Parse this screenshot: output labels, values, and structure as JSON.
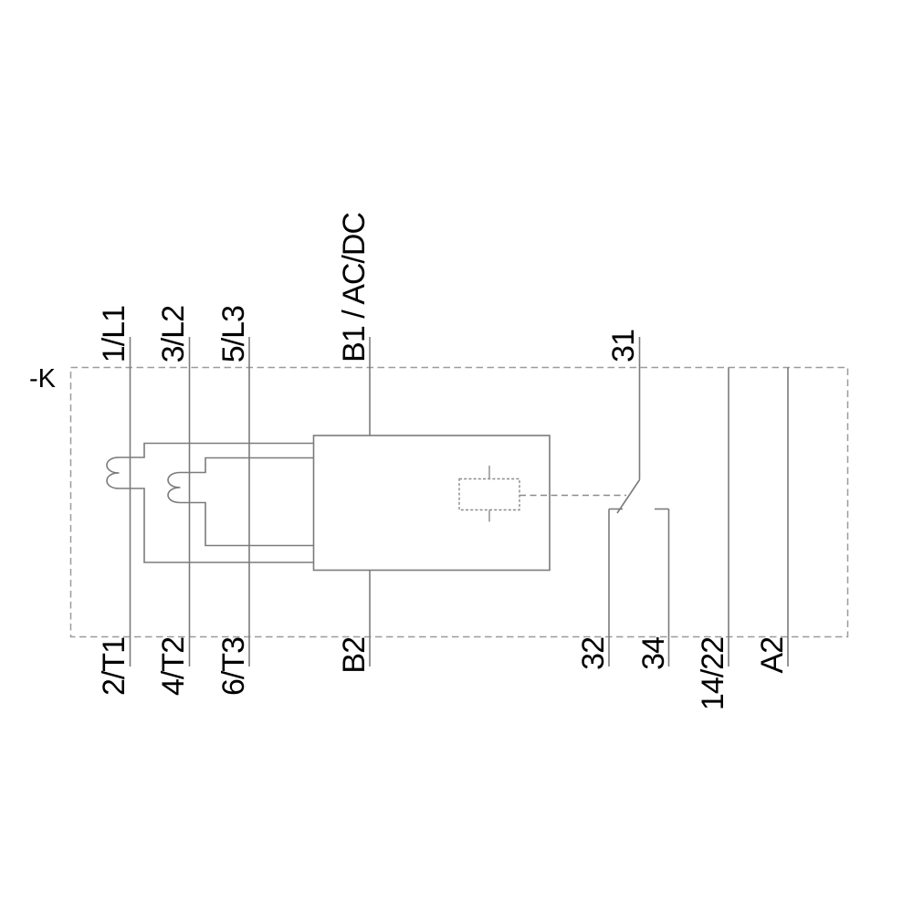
{
  "device": {
    "tag": "-K"
  },
  "terminals": {
    "top": [
      {
        "label": "1/L1"
      },
      {
        "label": "3/L2"
      },
      {
        "label": "5/L3"
      },
      {
        "label": "B1 / AC/DC"
      },
      {
        "label": "31"
      }
    ],
    "bottom": [
      {
        "label": "2/T1"
      },
      {
        "label": "4/T2"
      },
      {
        "label": "6/T3"
      },
      {
        "label": "B2"
      },
      {
        "label": "32"
      },
      {
        "label": "34"
      },
      {
        "label": "14/22"
      },
      {
        "label": "A2"
      }
    ]
  },
  "colors": {
    "line": "#7b7b7b",
    "dashed_border": "#9b9b9b",
    "coil_dash": "#8a8a8a",
    "text": "#000000",
    "background": "#ffffff"
  }
}
